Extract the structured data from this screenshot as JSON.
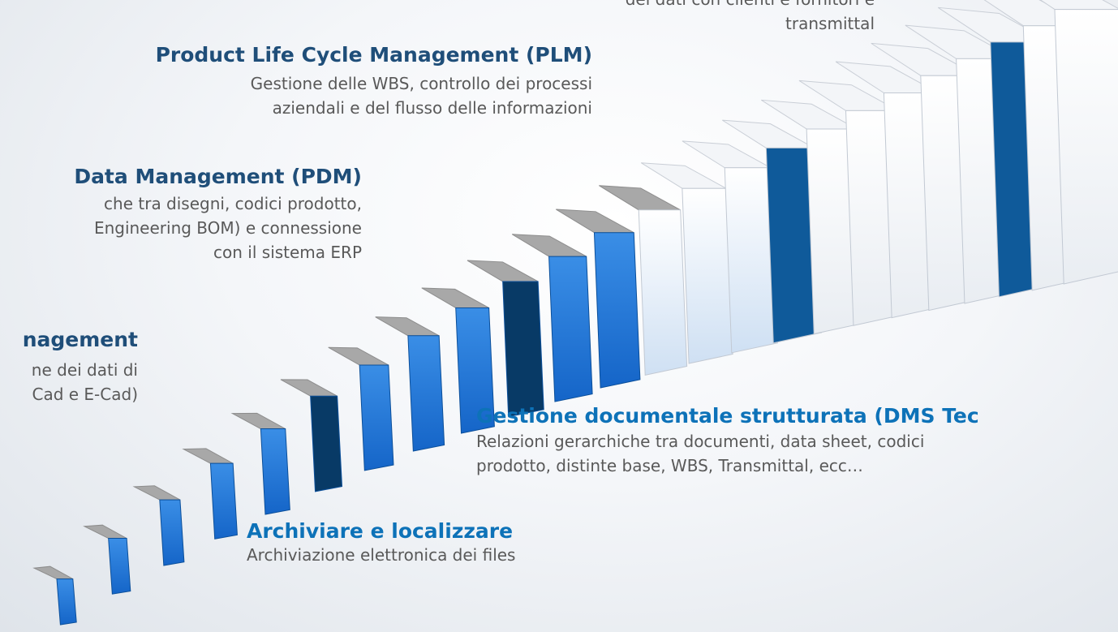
{
  "colors": {
    "top_face": "#a8a8a8",
    "front_face": "#1565c8",
    "front_face_light": "#cfe0f3",
    "front_face_dark": "#083a66",
    "accent_band": "#0f5a9a",
    "title_dark": "#1f4e79",
    "title_blue": "#0d72b8",
    "desc_text": "#595959"
  },
  "stages": {
    "top": {
      "desc_lines": [
        "dei dati con clienti e fornitori e",
        "transmittal"
      ]
    },
    "plm": {
      "title": "Product Life Cycle Management (PLM)",
      "desc_lines": [
        "Gestione delle WBS, controllo dei processi",
        "aziendali e del flusso delle informazioni"
      ]
    },
    "pdm": {
      "title": "Data Management (PDM)",
      "desc_lines": [
        "che tra disegni, codici prodotto,",
        "Engineering BOM) e connessione",
        "con il sistema ERP"
      ]
    },
    "cad": {
      "title": "nagement",
      "desc_lines": [
        "ne dei dati di",
        "Cad e E-Cad)"
      ]
    },
    "dms": {
      "title": "Gestione documentale strutturata (DMS Tec",
      "desc_lines": [
        "Relazioni gerarchiche tra documenti, data sheet, codici",
        "prodotto, distinte base, WBS, Transmittal, ecc…"
      ]
    },
    "archive": {
      "title": "Archiviare e localizzare",
      "desc_lines": [
        "Archiviazione elettronica dei files"
      ]
    }
  }
}
